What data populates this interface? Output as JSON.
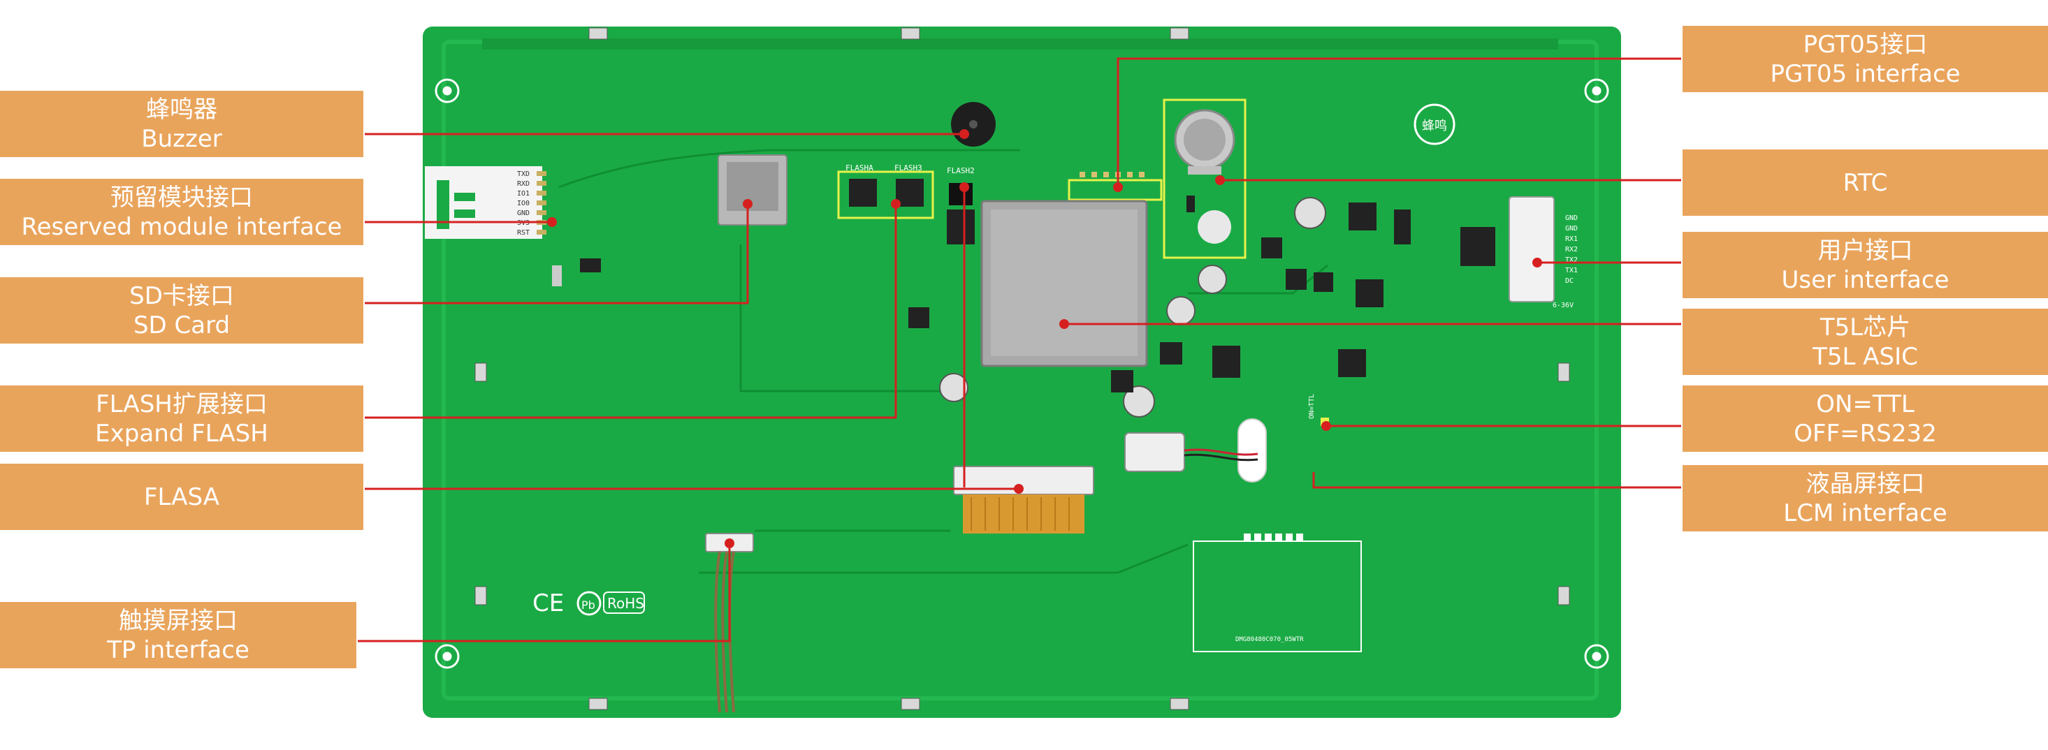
{
  "labels": {
    "buzzer": {
      "cn": "蜂鸣器",
      "en": "Buzzer"
    },
    "reserved": {
      "cn": "预留模块接口",
      "en": "Reserved module interface"
    },
    "sdcard": {
      "cn": "SD卡接口",
      "en": "SD Card"
    },
    "flash_expand": {
      "cn": "FLASH扩展接口",
      "en": "Expand FLASH"
    },
    "flasa": {
      "cn": "FLASA"
    },
    "tp": {
      "cn": "触摸屏接口",
      "en": "TP interface"
    },
    "pgt05": {
      "cn": "PGT05接口",
      "en": "PGT05 interface"
    },
    "rtc": {
      "cn": "RTC"
    },
    "user": {
      "cn": "用户接口",
      "en": "User interface"
    },
    "t5l": {
      "cn": "T5L芯片",
      "en": "T5L ASIC"
    },
    "ttl": {
      "cn": "ON=TTL",
      "en": "OFF=RS232"
    },
    "lcm": {
      "cn": "液晶屏接口",
      "en": "LCM interface"
    }
  },
  "board_print": {
    "reserved_pins": [
      "TXD",
      "RXD",
      "IO1",
      "IO0",
      "GND",
      "3V3",
      "RST"
    ],
    "user_pins": [
      "GND",
      "GND",
      "RX1",
      "RX2",
      "TX2",
      "TX1",
      "DC"
    ],
    "flash_a": "FLASHA",
    "flash_b": "FLASH3",
    "flash_2": "FLASH2",
    "voltage": "6-36V",
    "ttl_mark": "ON=TTL",
    "ce": "CE",
    "pb": "Pb",
    "rohs": "RoHS",
    "buzzer_mark": "蜂鸣",
    "serial": "DMG80480C070_05WTR"
  },
  "colors": {
    "pcb": "#1aaa45",
    "label_bg": "#e9a45c",
    "leader": "#d62020",
    "silk": "#ffffff",
    "highlight": "#e8f24a"
  }
}
